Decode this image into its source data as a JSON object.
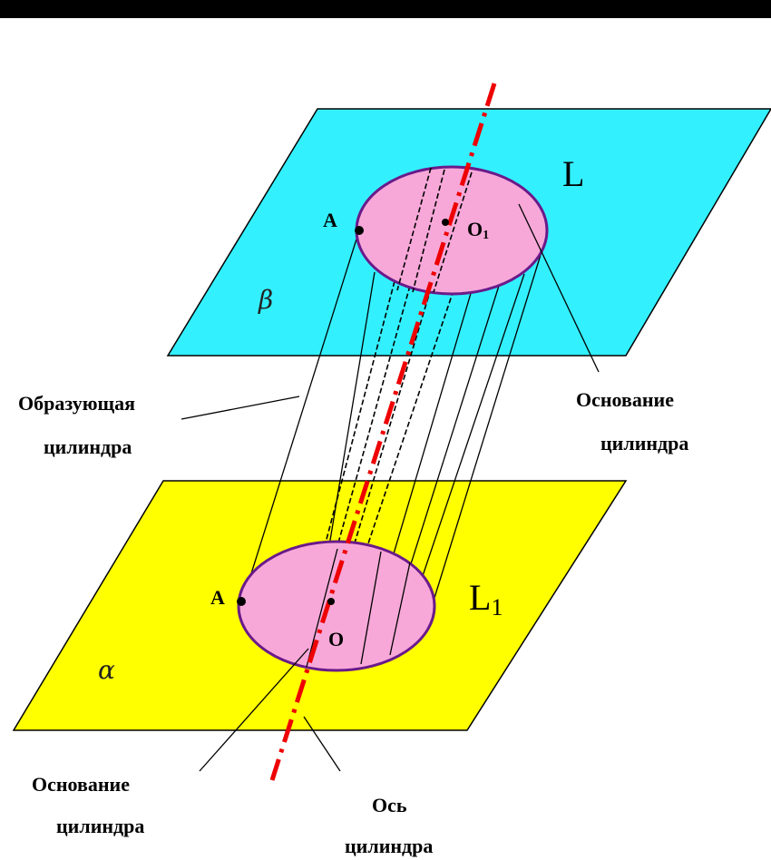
{
  "labels": {
    "top_plane": "β",
    "bottom_plane": "α",
    "top_curve": "L",
    "bottom_curve_main": "L",
    "bottom_curve_sub": "1",
    "point_top_A": "A",
    "point_top_O": "O",
    "point_top_O_sub": "1",
    "point_bottom_A": "A",
    "point_bottom_O": "O"
  },
  "callouts": {
    "generator_line1": "Образующая",
    "generator_line2": "цилиндра",
    "base_right_line1": "Основание",
    "base_right_line2": "цилиндра",
    "base_bottom_line1": "Основание",
    "base_bottom_line2": "цилиндра",
    "axis_line1": "Ось",
    "axis_line2": "цилиндра"
  },
  "colors": {
    "top_plane": "#33f0ff",
    "bottom_plane": "#ffff00",
    "base_fill": "#f7a8d8",
    "base_stroke": "#6a1a8a",
    "axis": "#ee0000"
  }
}
